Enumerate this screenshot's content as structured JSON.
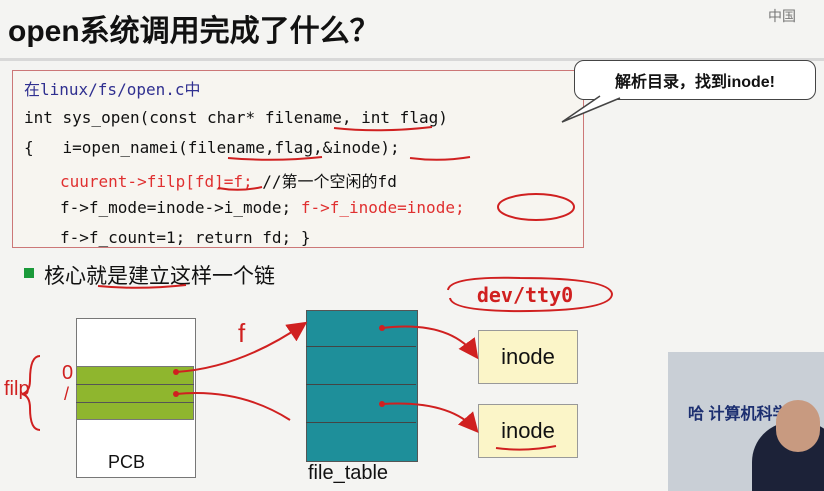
{
  "slide": {
    "title": "open系统调用完成了什么？",
    "logo": "中国"
  },
  "code": {
    "file_line": "在linux/fs/open.c中",
    "line1": "int sys_open(const char* filename, int flag)",
    "line2": "{   i=open_namei(filename,flag,&inode);",
    "line3_red": "cuurent->filp[fd]=f;",
    "line3_rest": " //第一个空闲的fd",
    "line4_a": "f->f_mode=inode->i_mode; ",
    "line4_red": "f->f_inode=inode;",
    "line5": "f->f_count=1; return fd; }"
  },
  "callout": {
    "text": "解析目录，找到inode!"
  },
  "diagram": {
    "bullet_text": "核心就是建立这样一个链",
    "dev_label": "dev/tty0",
    "inode1": "inode",
    "inode2": "inode",
    "pcb_label": "PCB",
    "filp_label": "filp",
    "index0": "0",
    "index1": "/",
    "file_table_label": "file_table",
    "f_label": "f"
  },
  "video": {
    "caption": "哈 计算机科学与"
  },
  "colors": {
    "accent_red": "#d02020",
    "pcb_green": "#8fb62e",
    "file_table_teal": "#1e8f9a",
    "inode_yellow": "#fbf5c8"
  }
}
